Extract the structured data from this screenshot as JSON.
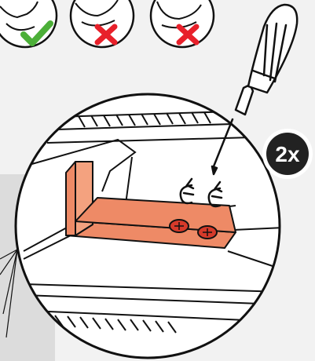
{
  "badge": {
    "label": "2x",
    "background": "#222222",
    "text_color": "#ffffff"
  },
  "colors": {
    "page_background": "#f2f2f2",
    "side_panel": "#dcdcdc",
    "bracket_fill": "#ee8a66",
    "screw_fill": "#d63a2a",
    "check_green": "#4caf38",
    "cross_red": "#e8202a",
    "line": "#111111"
  },
  "figures": [
    {
      "name": "hand-correct",
      "mark": "check-icon"
    },
    {
      "name": "hand-wrong-1",
      "mark": "cross-icon"
    },
    {
      "name": "hand-wrong-2",
      "mark": "cross-icon"
    }
  ],
  "screws": {
    "count": 2,
    "rotation_icon": "clockwise-arrow-icon"
  },
  "tool": "screwdriver-icon"
}
